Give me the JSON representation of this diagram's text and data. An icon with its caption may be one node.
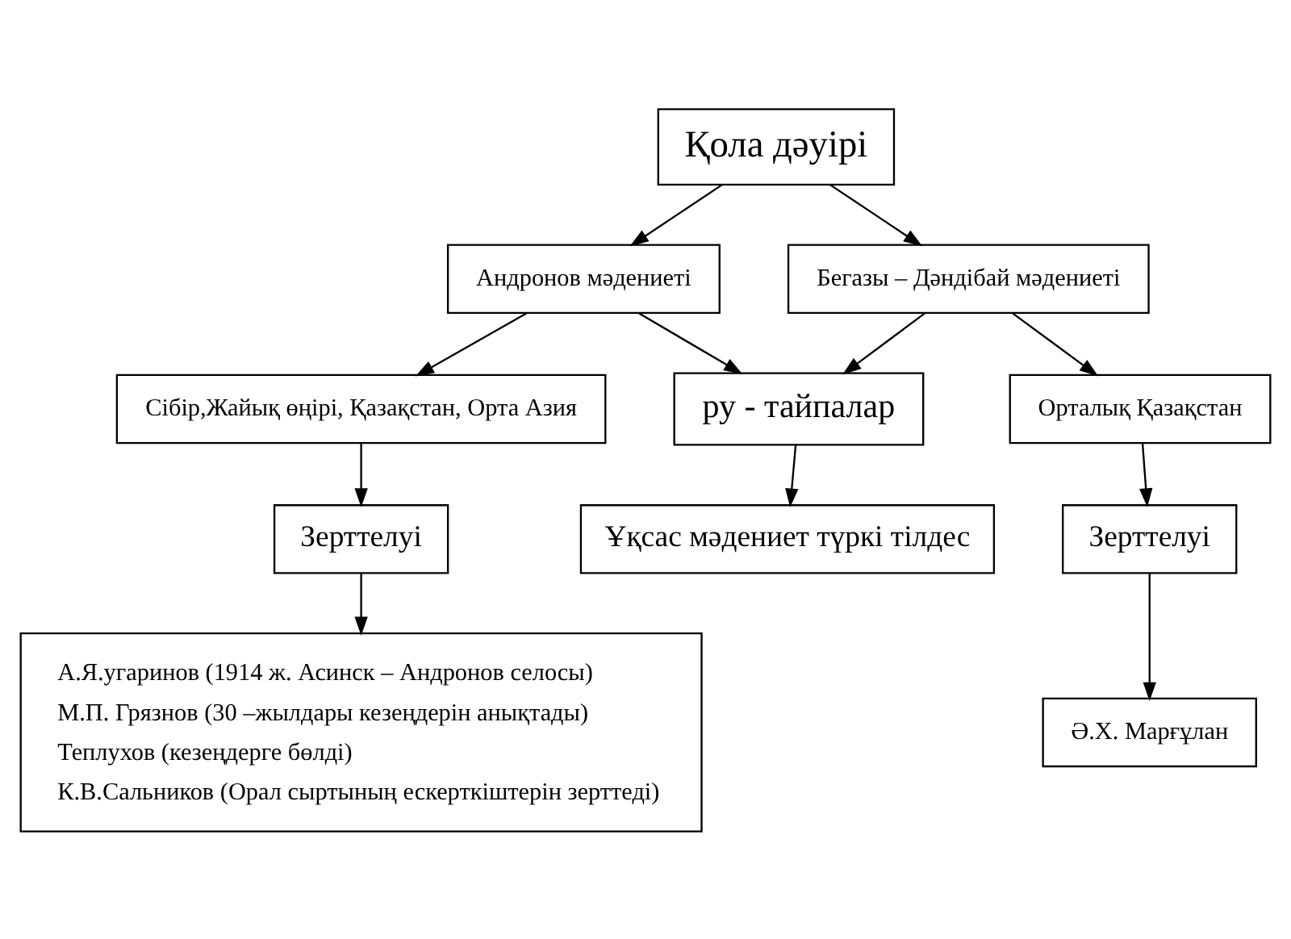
{
  "diagram": {
    "nodes": [
      {
        "text": [
          "Қола дәуірі"
        ]
      },
      {
        "text": [
          "Андронов мәдениеті"
        ]
      },
      {
        "text": [
          "Бегазы – Дәндібай мәдениеті"
        ]
      },
      {
        "text": [
          "Сібір,Жайық өңірі, Қазақстан, Орта Азия"
        ]
      },
      {
        "text": [
          "ру - тайпалар"
        ]
      },
      {
        "text": [
          "Орталық Қазақстан"
        ]
      },
      {
        "text": [
          "Зерттелуі"
        ]
      },
      {
        "text": [
          "Ұқсас мәдениет түркі тілдес"
        ]
      },
      {
        "text": [
          "Зерттелуі"
        ]
      },
      {
        "text": [
          "А.Я.угаринов (1914 ж. Асинск – Андронов селосы)",
          "М.П. Грязнов (30 –жылдары кезеңдерін анықтады)",
          "Теплухов (кезеңдерге бөлді)",
          "К.В.Сальников (Орал сыртының ескерткіштерін зерттеді)"
        ]
      },
      {
        "text": [
          "Ә.Х. Марғұлан"
        ]
      }
    ],
    "edges": [
      {
        "from": 0,
        "to": 1,
        "arrow": "to"
      },
      {
        "from": 0,
        "to": 2,
        "arrow": "to"
      },
      {
        "from": 1,
        "to": 4,
        "arrow": "to"
      },
      {
        "from": 2,
        "to": 4,
        "arrow": "to"
      },
      {
        "from": 1,
        "to": 3,
        "arrow": "to"
      },
      {
        "from": 2,
        "to": 5,
        "arrow": "to"
      },
      {
        "from": 3,
        "to": 6,
        "arrow": "to"
      },
      {
        "from": 4,
        "to": 7,
        "arrow": "to"
      },
      {
        "from": 5,
        "to": 8,
        "arrow": "to"
      },
      {
        "from": 6,
        "to": 9,
        "arrow": "to"
      },
      {
        "from": 8,
        "to": 10,
        "arrow": "to"
      }
    ]
  }
}
